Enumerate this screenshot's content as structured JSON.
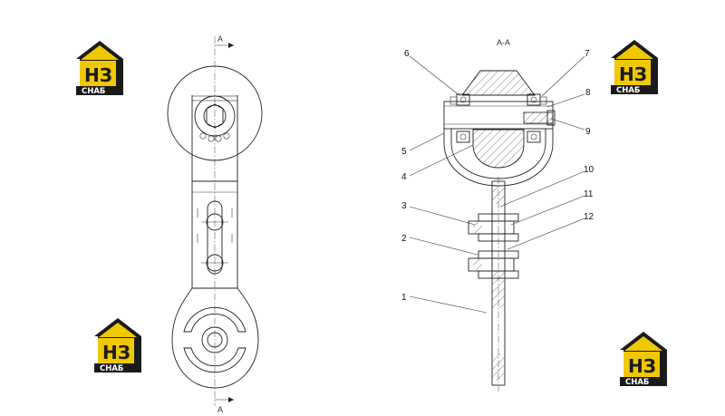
{
  "section_marks": {
    "top": "A",
    "bottom": "A"
  },
  "section_title": "A-A",
  "callouts": [
    "1",
    "2",
    "3",
    "4",
    "5",
    "6",
    "7",
    "8",
    "9",
    "10",
    "11",
    "12"
  ],
  "watermark": {
    "letters": "НЗ",
    "word": "СНАБ",
    "dark": "#1a1a1a",
    "accent": "#f0c800",
    "icon": "house-logo-icon"
  }
}
